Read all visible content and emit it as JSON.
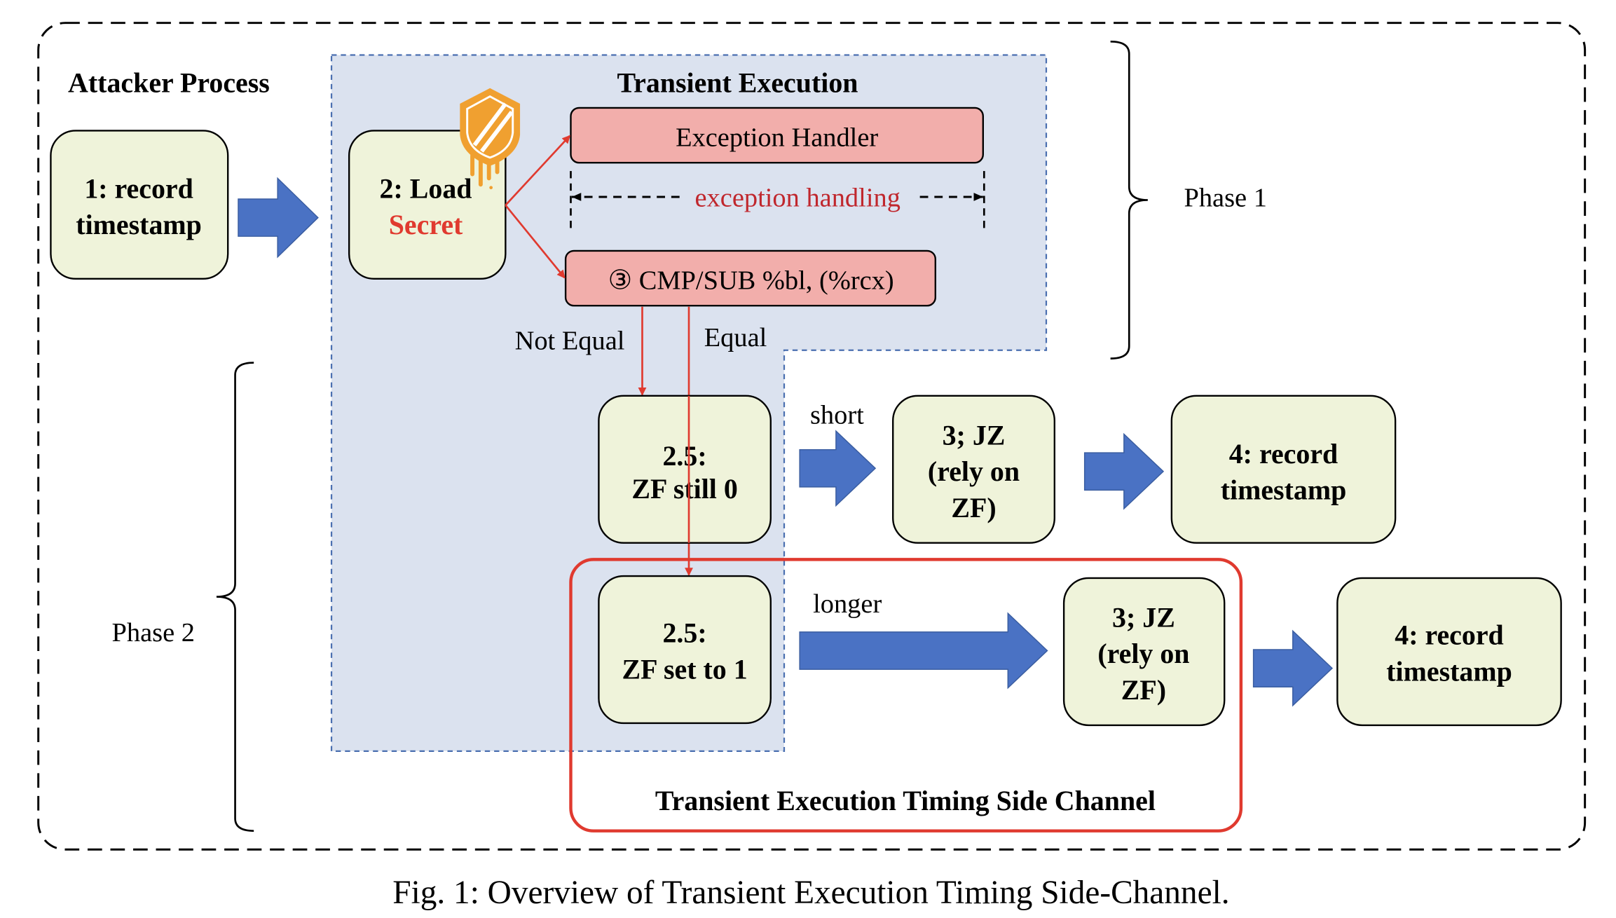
{
  "labels": {
    "attacker_process": "Attacker Process",
    "transient_execution": "Transient Execution",
    "exception_handler": "Exception Handler",
    "exception_handling": "exception handling",
    "cmp_instruction": "③ CMP/SUB %bl, (%rcx)",
    "not_equal": "Not Equal",
    "equal": "Equal",
    "short": "short",
    "longer": "longer",
    "timing_side_channel": "Transient Execution Timing Side Channel",
    "phase1": "Phase 1",
    "phase2": "Phase 2"
  },
  "boxes": {
    "record1": [
      "1: record",
      "timestamp"
    ],
    "load_secret": [
      "2: Load",
      "Secret"
    ],
    "zf_still_0": [
      "2.5:",
      "ZF still 0"
    ],
    "jz_short": [
      "3; JZ",
      "(rely on",
      "ZF)"
    ],
    "record4_short": [
      "4: record",
      "timestamp"
    ],
    "zf_set_1": [
      "2.5:",
      "ZF set to 1"
    ],
    "jz_long": [
      "3; JZ",
      "(rely on",
      "ZF)"
    ],
    "record4_long": [
      "4: record",
      "timestamp"
    ]
  },
  "caption": "Fig. 1: Overview of Transient Execution Timing Side-Channel.",
  "icons": {
    "meltdown": "meltdown-shield-logo"
  },
  "colors": {
    "box_fill": "#eff3da",
    "pink_fill": "#f2aeab",
    "transient_region": "#dbe2ef",
    "arrow_blue": "#4a72c4",
    "red": "#e03a2f",
    "dark_red": "#c0272d",
    "logo_orange": "#f0a030"
  }
}
